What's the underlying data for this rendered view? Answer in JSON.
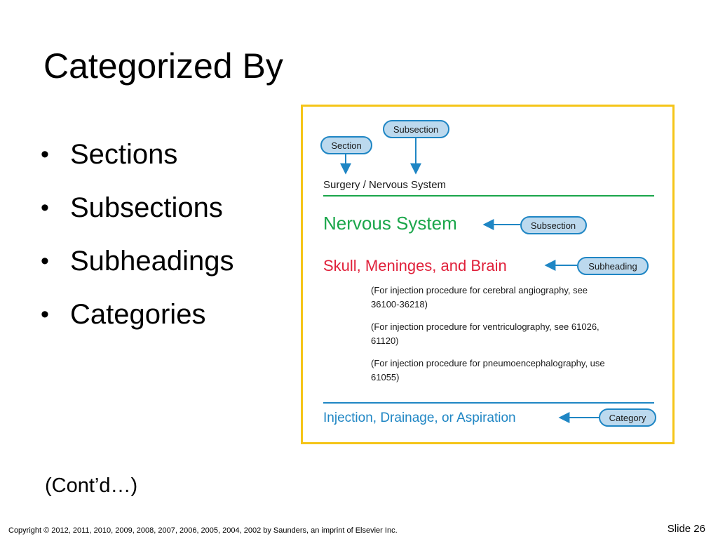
{
  "title": "Categorized By",
  "bullets": [
    "Sections",
    "Subsections",
    "Subheadings",
    "Categories"
  ],
  "contd": "(Cont’d…)",
  "footer": "Copyright © 2012, 2011, 2010, 2009, 2008, 2007, 2006, 2005, 2004, 2002 by Saunders, an imprint of Elsevier Inc.",
  "slide_number": "Slide 26",
  "bullet_glyph": "•",
  "figure": {
    "labels": {
      "section": "Section",
      "subsection_top": "Subsection",
      "subsection": "Subsection",
      "subheading": "Subheading",
      "category": "Category"
    },
    "header_line": "Surgery / Nervous System",
    "subsection_heading": "Nervous System",
    "subheading_heading": "Skull, Meninges, and Brain",
    "notes": [
      [
        "(For injection procedure for cerebral angiography, see",
        "36100-36218)"
      ],
      [
        "(For injection procedure for ventriculography, see 61026,",
        "61120)"
      ],
      [
        "(For injection procedure for pneumoencephalography, use",
        "61055)"
      ]
    ],
    "category_heading": "Injection, Drainage, or Aspiration",
    "colors": {
      "border": "#f5c518",
      "pill_fill": "#bcd9ee",
      "pill_stroke": "#1f86c4",
      "arrow": "#1f86c4",
      "green": "#1aa64a",
      "red": "#e0203a",
      "blue": "#1f86c4"
    }
  }
}
